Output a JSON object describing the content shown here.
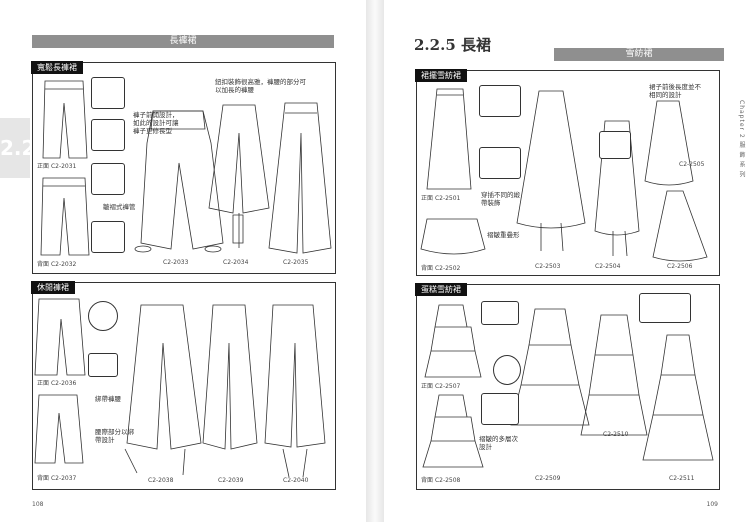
{
  "left_page": {
    "band_title": "長褲裙",
    "panel1": {
      "tag": "寬鬆長褲裙",
      "note_top": "鈕扣裝飾很高雅，褲腰的部分可以加長的褲腰",
      "note_right": "褲子前開設計，如此的設計可讓褲子更修長型",
      "note_mid": "皺褶式褲管",
      "code_a": "正面",
      "code_a_num": "C2-2031",
      "code_b": "背面",
      "code_b_num": "C2-2032",
      "code_c_num": "C2-2033",
      "code_d_num": "C2-2034",
      "code_e_num": "C2-2035"
    },
    "panel2": {
      "tag": "休閒褲裙",
      "code_a": "正面",
      "code_a_num": "C2-2036",
      "code_b": "背面",
      "code_b_num": "C2-2037",
      "note_mid": "綁帶褲腰",
      "note_bottom": "腰際部分以綁帶設計",
      "code_c_num": "C2-2038",
      "code_d_num": "C2-2039",
      "code_e_num": "C2-2040"
    },
    "page_number": "108",
    "watermark": "2.2"
  },
  "right_page": {
    "chapter_title": "2.2.5 長裙",
    "band_title": "雪紡裙",
    "panel1": {
      "tag": "裙擺雪紡裙",
      "note_top": "裙子前後長度並不相同的設計",
      "note_mid": "穿插不同的緞帶裝飾",
      "note_bottom": "褶皺重疊形",
      "code_a": "正面",
      "code_a_num": "C2-2501",
      "code_b": "背面",
      "code_b_num": "C2-2502",
      "code_c_num": "C2-2503",
      "code_d_num": "C2-2504",
      "code_e_num": "C2-2505",
      "code_f_num": "C2-2506"
    },
    "panel2": {
      "tag": "蛋糕雪紡裙",
      "code_a": "正面",
      "code_a_num": "C2-2507",
      "code_b": "背面",
      "code_b_num": "C2-2508",
      "note_mid": "褶皺的多層次設計",
      "code_c_num": "C2-2509",
      "code_d_num": "C2-2510",
      "code_e_num": "C2-2511"
    },
    "page_number": "109",
    "side_text": "Chapter 2 服 飾 系 列"
  }
}
